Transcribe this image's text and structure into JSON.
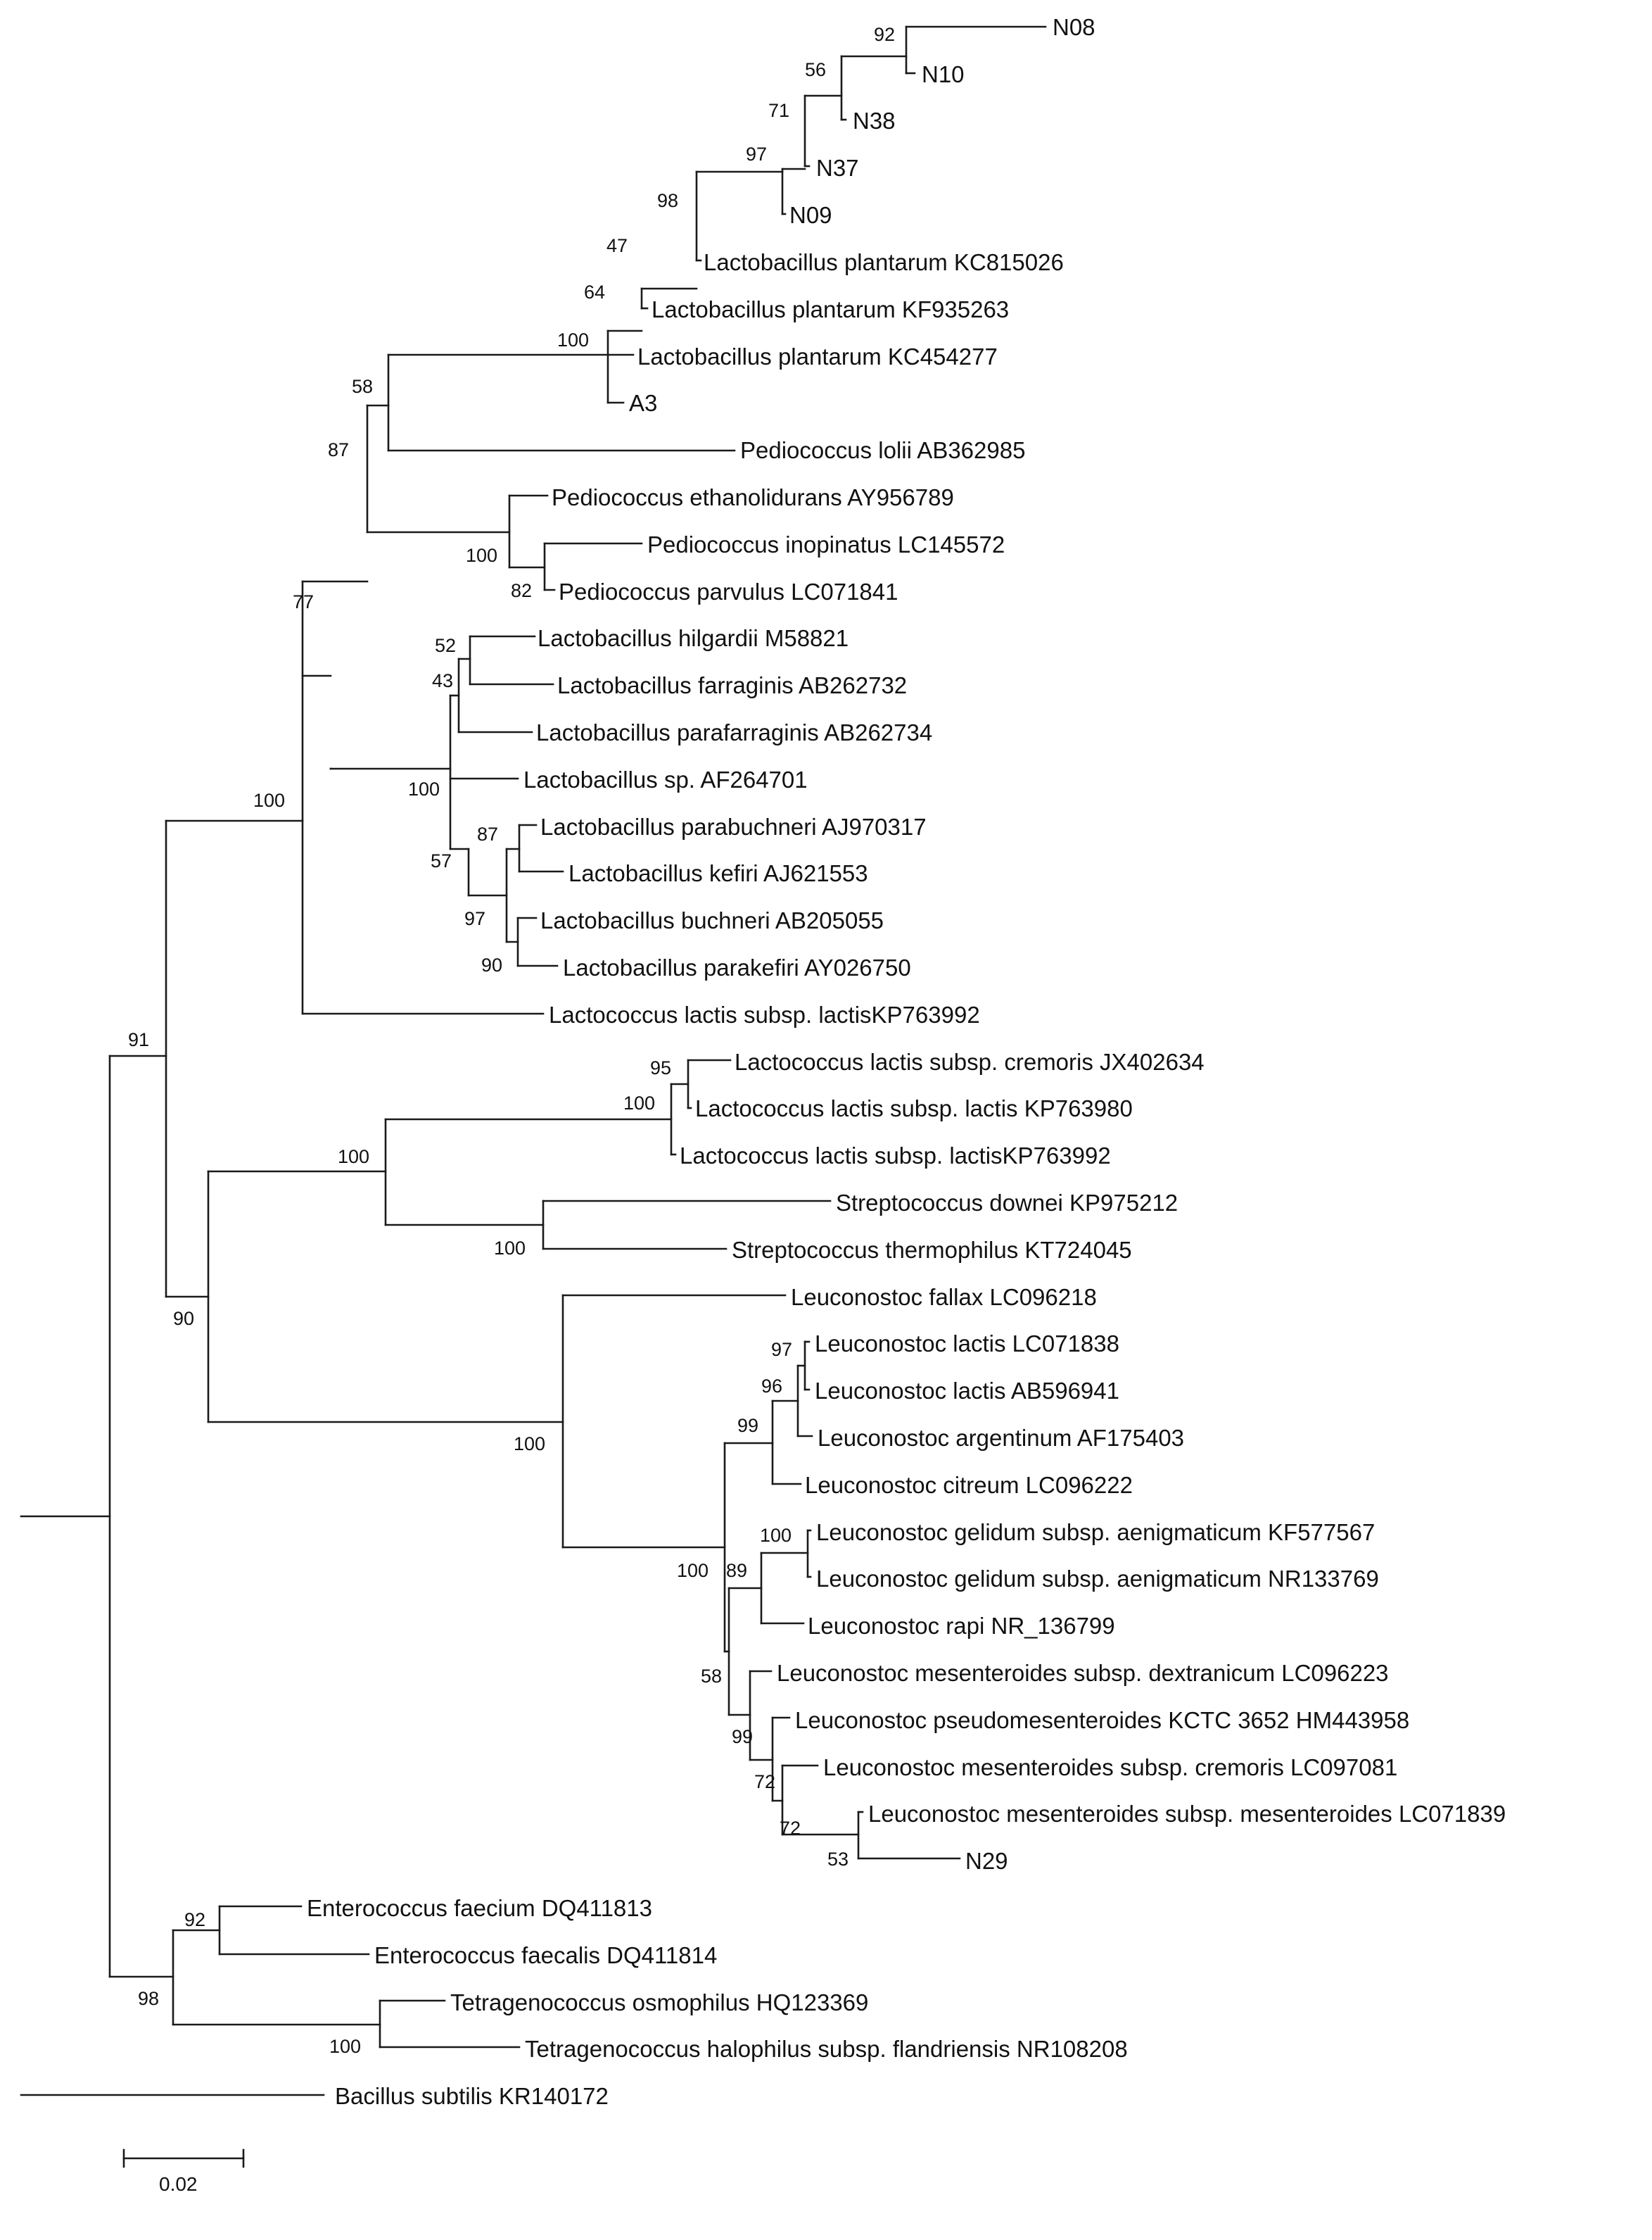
{
  "tree": {
    "taxa": [
      "N08",
      "N10",
      "N38",
      "N37",
      "N09",
      "Lactobacillus plantarum KC815026",
      "Lactobacillus plantarum KF935263",
      "Lactobacillus plantarum KC454277",
      "A3",
      "Pediococcus lolii AB362985",
      "Pediococcus ethanolidurans AY956789",
      "Pediococcus inopinatus LC145572",
      "Pediococcus parvulus LC071841",
      "Lactobacillus hilgardii M58821",
      "Lactobacillus farraginis  AB262732",
      "Lactobacillus parafarraginis AB262734",
      "Lactobacillus sp. AF264701",
      "Lactobacillus parabuchneri AJ970317",
      "Lactobacillus kefiri AJ621553",
      "Lactobacillus buchneri  AB205055",
      "Lactobacillus parakefiri AY026750",
      "Lactococcus lactis subsp. lactisKP763992",
      "Lactococcus lactis subsp. cremoris JX402634",
      "Lactococcus lactis subsp. lactis KP763980",
      "Lactococcus lactis subsp. lactisKP763992",
      "Streptococcus downei KP975212",
      "Streptococcus thermophilus KT724045",
      "Leuconostoc fallax LC096218",
      "Leuconostoc lactis LC071838",
      "Leuconostoc lactis AB596941",
      "Leuconostoc argentinum AF175403",
      "Leuconostoc citreum LC096222",
      "Leuconostoc gelidum subsp. aenigmaticum KF577567",
      "Leuconostoc gelidum subsp. aenigmaticum NR133769",
      "Leuconostoc rapi NR_136799",
      "Leuconostoc mesenteroides subsp. dextranicum LC096223",
      "Leuconostoc pseudomesenteroides KCTC 3652 HM443958",
      "Leuconostoc mesenteroides subsp. cremoris LC097081",
      "Leuconostoc mesenteroides subsp. mesenteroides LC071839",
      "N29",
      "Enterococcus faecium DQ411813",
      "Enterococcus faecalis DQ411814",
      "Tetragenococcus osmophilus HQ123369",
      "Tetragenococcus halophilus subsp. flandriensis NR108208",
      "Bacillus subtilis KR140172"
    ],
    "bootstrap": [
      "92",
      "56",
      "71",
      "97",
      "98",
      "47",
      "64",
      "100",
      "58",
      "87",
      "100",
      "82",
      "77",
      "52",
      "43",
      "100",
      "87",
      "57",
      "97",
      "90",
      "100",
      "91",
      "95",
      "100",
      "100",
      "100",
      "90",
      "97",
      "96",
      "99",
      "100",
      "100",
      "89",
      "100",
      "58",
      "99",
      "72",
      "72",
      "53",
      "92",
      "98",
      "100"
    ],
    "scale_bar": {
      "label": "0.02",
      "length": 0.02
    }
  }
}
